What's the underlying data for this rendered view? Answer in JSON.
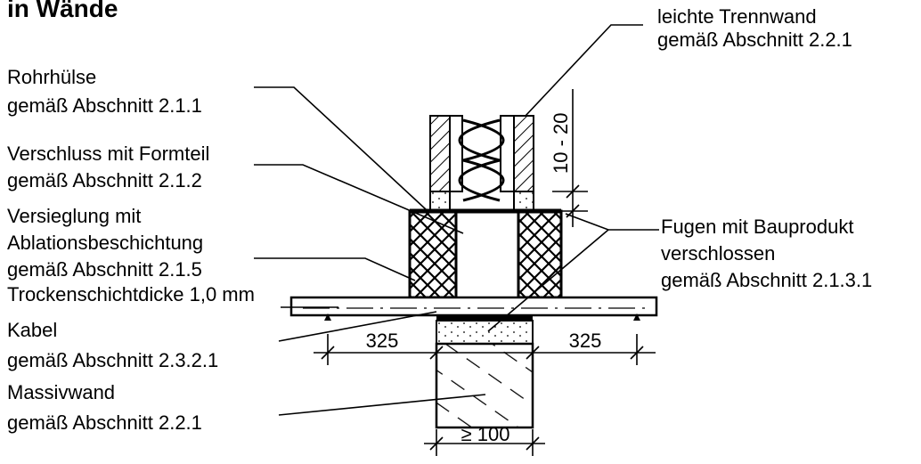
{
  "heading": "in Wände",
  "labels": {
    "trennwand": [
      "leichte Trennwand",
      "gemäß Abschnitt 2.2.1"
    ],
    "rohrhuelse": [
      "Rohrhülse",
      "gemäß Abschnitt 2.1.1"
    ],
    "verschluss": [
      "Verschluss mit Formteil",
      "gemäß Abschnitt 2.1.2"
    ],
    "versiegelung": [
      "Versieglung mit",
      "Ablationsbeschichtung",
      "gemäß Abschnitt 2.1.5",
      "Trockenschichtdicke 1,0 mm"
    ],
    "kabel": [
      "Kabel",
      "gemäß Abschnitt 2.3.2.1"
    ],
    "massivwand": [
      "Massivwand",
      "gemäß Abschnitt 2.2.1"
    ],
    "fugen": [
      "Fugen mit Bauprodukt",
      "verschlossen",
      "gemäß Abschnitt 2.1.3.1"
    ]
  },
  "dimensions": {
    "gap": "10 - 20",
    "left_overhang": "325",
    "right_overhang": "325",
    "wall_thickness": "≥ 100"
  },
  "colors": {
    "line": "#000000",
    "background": "#ffffff"
  }
}
